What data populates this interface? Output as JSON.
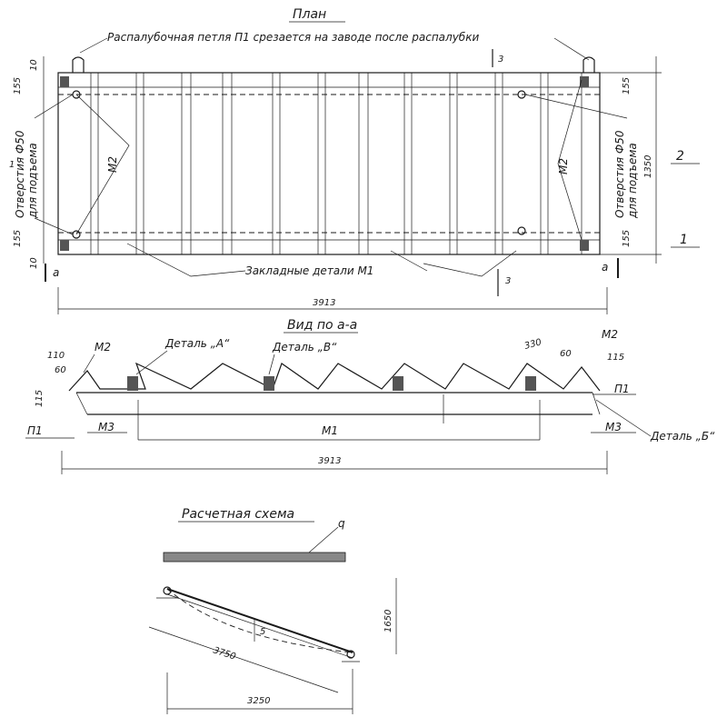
{
  "plan": {
    "title": "План",
    "loop_note": "Распалубочная петля П1 срезается на заводе после распалубки",
    "embedded_note": "Закладные детали М1",
    "holes_left": [
      "Отверстия Ф50",
      "для подъема"
    ],
    "holes_right": [
      "Отверстия Ф50",
      "для подъема"
    ],
    "label_m2_left": "М2",
    "label_m2_right": "М2",
    "section_mark": "3",
    "section_mark_bottom": "3",
    "cut_left": "а",
    "cut_right": "а",
    "mark_1_left": "1",
    "mark_1_right": "1",
    "mark_2": "2",
    "dims": {
      "d10_top": "10",
      "d155_tl": "155",
      "d155_bl": "155",
      "d10_bl": "10",
      "d155_tr": "155",
      "d1350": "1350",
      "d155_br": "155",
      "d3913": "3913"
    }
  },
  "view": {
    "title": "Вид по а-а",
    "detail_a": "Деталь „А“",
    "detail_v": "Деталь „В“",
    "detail_b": "Деталь „Б“",
    "m2_left": "М2",
    "m2_right": "М2",
    "p1_left": "П1",
    "p1_right": "П1",
    "m3_left": "М3",
    "m3_right": "М3",
    "m1": "М1",
    "dims": {
      "d110": "110",
      "d60_left": "60",
      "d115_left": "115",
      "d330": "330",
      "d60_right": "60",
      "d115_right": "115",
      "d3913": "3913"
    }
  },
  "scheme": {
    "title": "Расчетная схема",
    "load": "q",
    "deflection": "5",
    "d3750": "3750",
    "d1650": "1650",
    "d3250": "3250"
  }
}
